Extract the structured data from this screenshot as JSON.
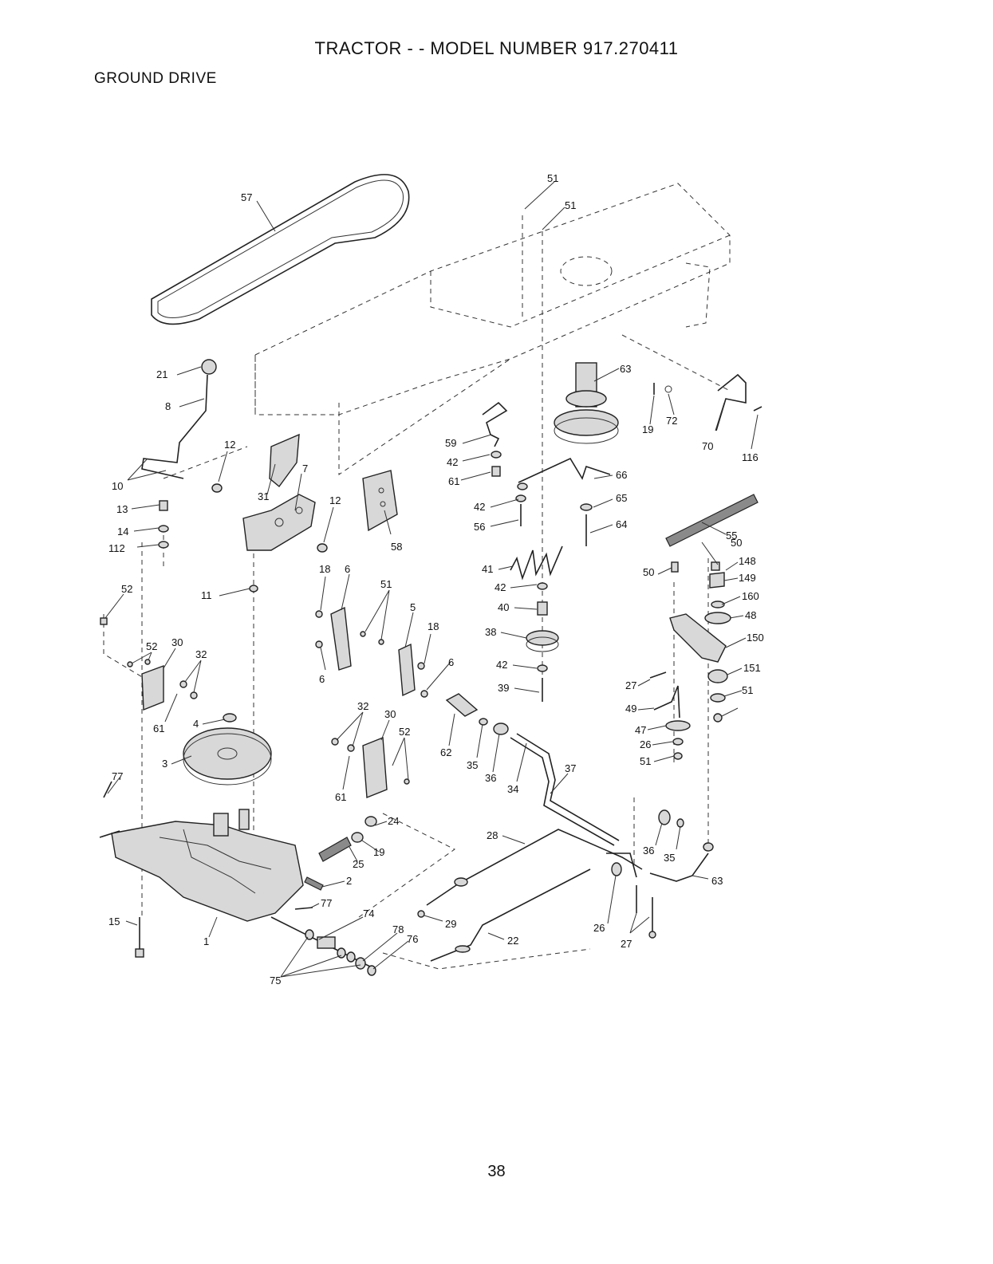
{
  "header": {
    "title": "TRACTOR - - MODEL NUMBER 917.270411",
    "section": "GROUND DRIVE"
  },
  "callouts": [
    {
      "id": "57",
      "text": "57"
    },
    {
      "id": "51a",
      "text": "51"
    },
    {
      "id": "51b",
      "text": "51"
    },
    {
      "id": "21",
      "text": "21"
    },
    {
      "id": "8",
      "text": "8"
    },
    {
      "id": "12a",
      "text": "12"
    },
    {
      "id": "10",
      "text": "10"
    },
    {
      "id": "13",
      "text": "13"
    },
    {
      "id": "14",
      "text": "14"
    },
    {
      "id": "112",
      "text": "112"
    },
    {
      "id": "31",
      "text": "31"
    },
    {
      "id": "7",
      "text": "7"
    },
    {
      "id": "12b",
      "text": "12"
    },
    {
      "id": "58",
      "text": "58"
    },
    {
      "id": "63a",
      "text": "63"
    },
    {
      "id": "19a",
      "text": "19"
    },
    {
      "id": "72",
      "text": "72"
    },
    {
      "id": "70",
      "text": "70"
    },
    {
      "id": "116",
      "text": "116"
    },
    {
      "id": "59",
      "text": "59"
    },
    {
      "id": "42a",
      "text": "42"
    },
    {
      "id": "61a",
      "text": "61"
    },
    {
      "id": "66",
      "text": "66"
    },
    {
      "id": "42b",
      "text": "42"
    },
    {
      "id": "65",
      "text": "65"
    },
    {
      "id": "56",
      "text": "56"
    },
    {
      "id": "64",
      "text": "64"
    },
    {
      "id": "55",
      "text": "55"
    },
    {
      "id": "41",
      "text": "41"
    },
    {
      "id": "42c",
      "text": "42"
    },
    {
      "id": "40",
      "text": "40"
    },
    {
      "id": "38",
      "text": "38"
    },
    {
      "id": "42d",
      "text": "42"
    },
    {
      "id": "39",
      "text": "39"
    },
    {
      "id": "52a",
      "text": "52"
    },
    {
      "id": "11",
      "text": "11"
    },
    {
      "id": "18a",
      "text": "18"
    },
    {
      "id": "6a",
      "text": "6"
    },
    {
      "id": "51c",
      "text": "51"
    },
    {
      "id": "5",
      "text": "5"
    },
    {
      "id": "18b",
      "text": "18"
    },
    {
      "id": "6b",
      "text": "6"
    },
    {
      "id": "6c",
      "text": "6"
    },
    {
      "id": "52b",
      "text": "52"
    },
    {
      "id": "30a",
      "text": "30"
    },
    {
      "id": "32a",
      "text": "32"
    },
    {
      "id": "61b",
      "text": "61"
    },
    {
      "id": "4",
      "text": "4"
    },
    {
      "id": "3",
      "text": "3"
    },
    {
      "id": "32b",
      "text": "32"
    },
    {
      "id": "30b",
      "text": "30"
    },
    {
      "id": "52c",
      "text": "52"
    },
    {
      "id": "61c",
      "text": "61"
    },
    {
      "id": "62",
      "text": "62"
    },
    {
      "id": "35a",
      "text": "35"
    },
    {
      "id": "36a",
      "text": "36"
    },
    {
      "id": "34",
      "text": "34"
    },
    {
      "id": "37",
      "text": "37"
    },
    {
      "id": "50a",
      "text": "50"
    },
    {
      "id": "50b",
      "text": "50"
    },
    {
      "id": "148",
      "text": "148"
    },
    {
      "id": "149",
      "text": "149"
    },
    {
      "id": "160",
      "text": "160"
    },
    {
      "id": "48",
      "text": "48"
    },
    {
      "id": "150",
      "text": "150"
    },
    {
      "id": "151",
      "text": "151"
    },
    {
      "id": "51d",
      "text": "51"
    },
    {
      "id": "27a",
      "text": "27"
    },
    {
      "id": "49",
      "text": "49"
    },
    {
      "id": "47",
      "text": "47"
    },
    {
      "id": "26a",
      "text": "26"
    },
    {
      "id": "51e",
      "text": "51"
    },
    {
      "id": "77a",
      "text": "77"
    },
    {
      "id": "24",
      "text": "24"
    },
    {
      "id": "19b",
      "text": "19"
    },
    {
      "id": "25",
      "text": "25"
    },
    {
      "id": "2",
      "text": "2"
    },
    {
      "id": "77b",
      "text": "77"
    },
    {
      "id": "28",
      "text": "28"
    },
    {
      "id": "36b",
      "text": "36"
    },
    {
      "id": "35b",
      "text": "35"
    },
    {
      "id": "63b",
      "text": "63"
    },
    {
      "id": "15",
      "text": "15"
    },
    {
      "id": "1",
      "text": "1"
    },
    {
      "id": "74",
      "text": "74"
    },
    {
      "id": "29",
      "text": "29"
    },
    {
      "id": "78",
      "text": "78"
    },
    {
      "id": "76",
      "text": "76"
    },
    {
      "id": "22",
      "text": "22"
    },
    {
      "id": "26b",
      "text": "26"
    },
    {
      "id": "27b",
      "text": "27"
    },
    {
      "id": "75",
      "text": "75"
    }
  ],
  "footer": {
    "page_number": "38"
  }
}
